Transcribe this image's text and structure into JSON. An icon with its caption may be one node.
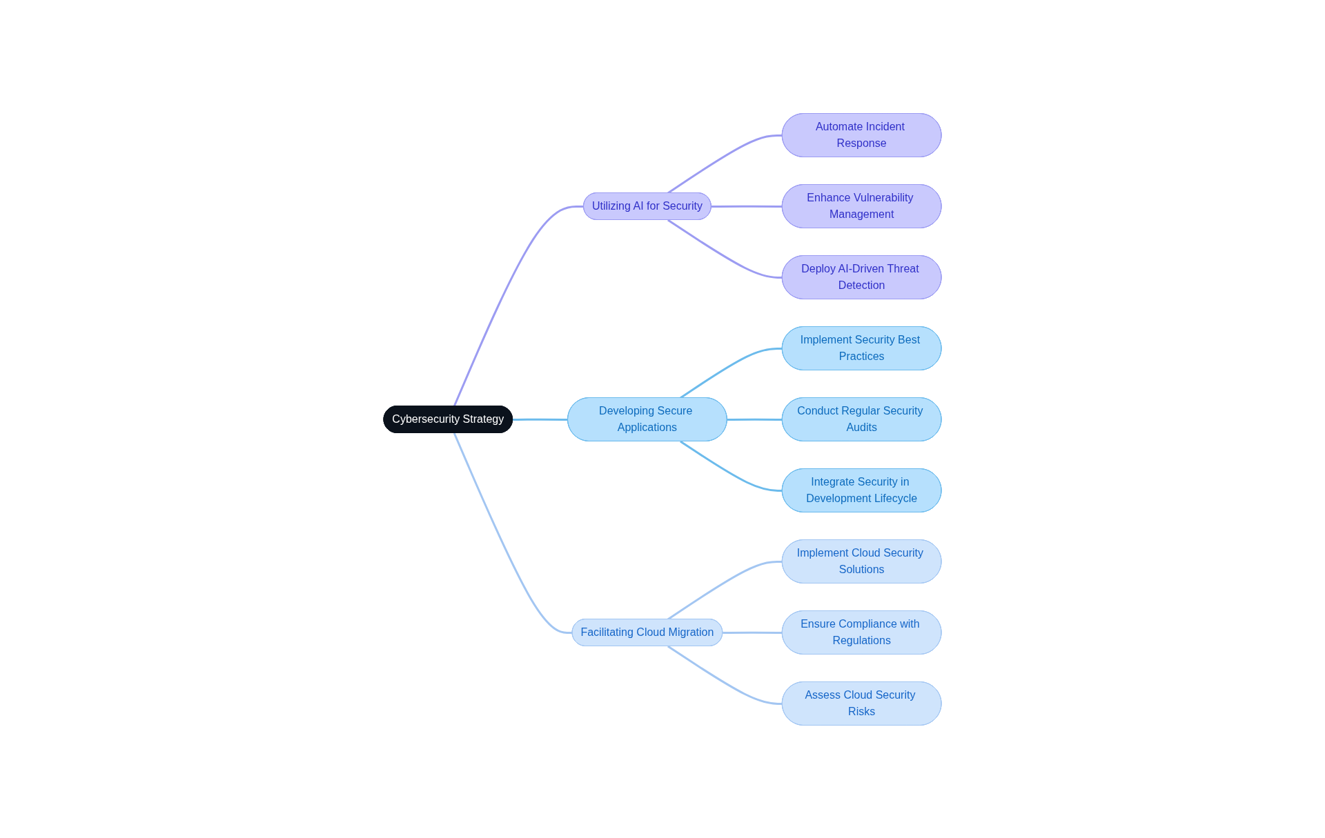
{
  "diagram": {
    "nodes": [
      {
        "text": [
          "Cybersecurity Strategy"
        ]
      },
      {
        "text": [
          "Utilizing AI for Security"
        ]
      },
      {
        "text": [
          "Automate Incident Response"
        ]
      },
      {
        "text": [
          "Enhance Vulnerability Management"
        ]
      },
      {
        "text": [
          "Deploy AI-Driven Threat Detection"
        ]
      },
      {
        "text": [
          "Developing Secure Applications"
        ]
      },
      {
        "text": [
          "Implement Security Best Practices"
        ]
      },
      {
        "text": [
          "Conduct Regular Security Audits"
        ]
      },
      {
        "text": [
          "Integrate Security in Development Lifecycle"
        ]
      },
      {
        "text": [
          "Facilitating Cloud Migration"
        ]
      },
      {
        "text": [
          "Implement Cloud Security Solutions"
        ]
      },
      {
        "text": [
          "Ensure Compliance with Regulations"
        ]
      },
      {
        "text": [
          "Assess Cloud Security Risks"
        ]
      }
    ],
    "edges": [
      {
        "from": 0,
        "to": 1,
        "arrow": "none",
        "color": "#9c9cf2"
      },
      {
        "from": 1,
        "to": 2,
        "arrow": "none",
        "color": "#9c9cf2"
      },
      {
        "from": 1,
        "to": 3,
        "arrow": "none",
        "color": "#9c9cf2"
      },
      {
        "from": 1,
        "to": 4,
        "arrow": "none",
        "color": "#9c9cf2"
      },
      {
        "from": 0,
        "to": 5,
        "arrow": "none",
        "color": "#6cbbec"
      },
      {
        "from": 5,
        "to": 6,
        "arrow": "none",
        "color": "#6cbbec"
      },
      {
        "from": 5,
        "to": 7,
        "arrow": "none",
        "color": "#6cbbec"
      },
      {
        "from": 5,
        "to": 8,
        "arrow": "none",
        "color": "#6cbbec"
      },
      {
        "from": 0,
        "to": 9,
        "arrow": "none",
        "color": "#a3c6f2"
      },
      {
        "from": 9,
        "to": 10,
        "arrow": "none",
        "color": "#a3c6f2"
      },
      {
        "from": 9,
        "to": 11,
        "arrow": "none",
        "color": "#a3c6f2"
      },
      {
        "from": 9,
        "to": 12,
        "arrow": "none",
        "color": "#a3c6f2"
      }
    ]
  }
}
